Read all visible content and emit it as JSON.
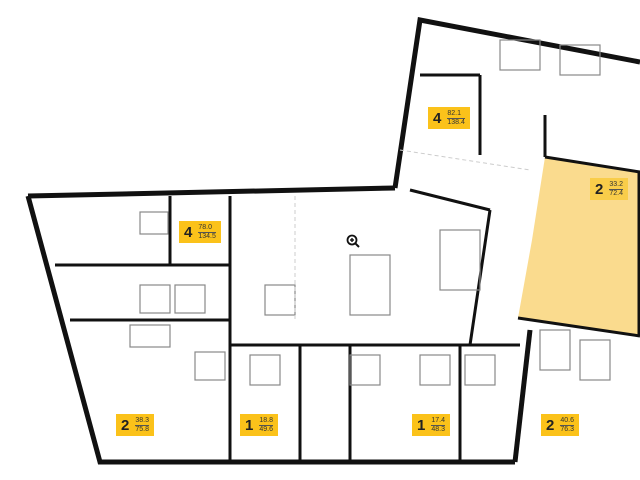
{
  "colors": {
    "badge": "#fbc21a",
    "highlight": "#f9d57a",
    "wall": "#111111"
  },
  "zoom_icon": "zoom-in-icon",
  "apartments": [
    {
      "rooms": "4",
      "living_area": "82.1",
      "total_area": "138.4"
    },
    {
      "rooms": "2",
      "living_area": "33.2",
      "total_area": "72.4",
      "selected": true
    },
    {
      "rooms": "4",
      "living_area": "78.0",
      "total_area": "134.5"
    },
    {
      "rooms": "2",
      "living_area": "38.3",
      "total_area": "75.8"
    },
    {
      "rooms": "1",
      "living_area": "18.8",
      "total_area": "49.6"
    },
    {
      "rooms": "1",
      "living_area": "17.4",
      "total_area": "48.3"
    },
    {
      "rooms": "2",
      "living_area": "40.6",
      "total_area": "76.3"
    }
  ]
}
